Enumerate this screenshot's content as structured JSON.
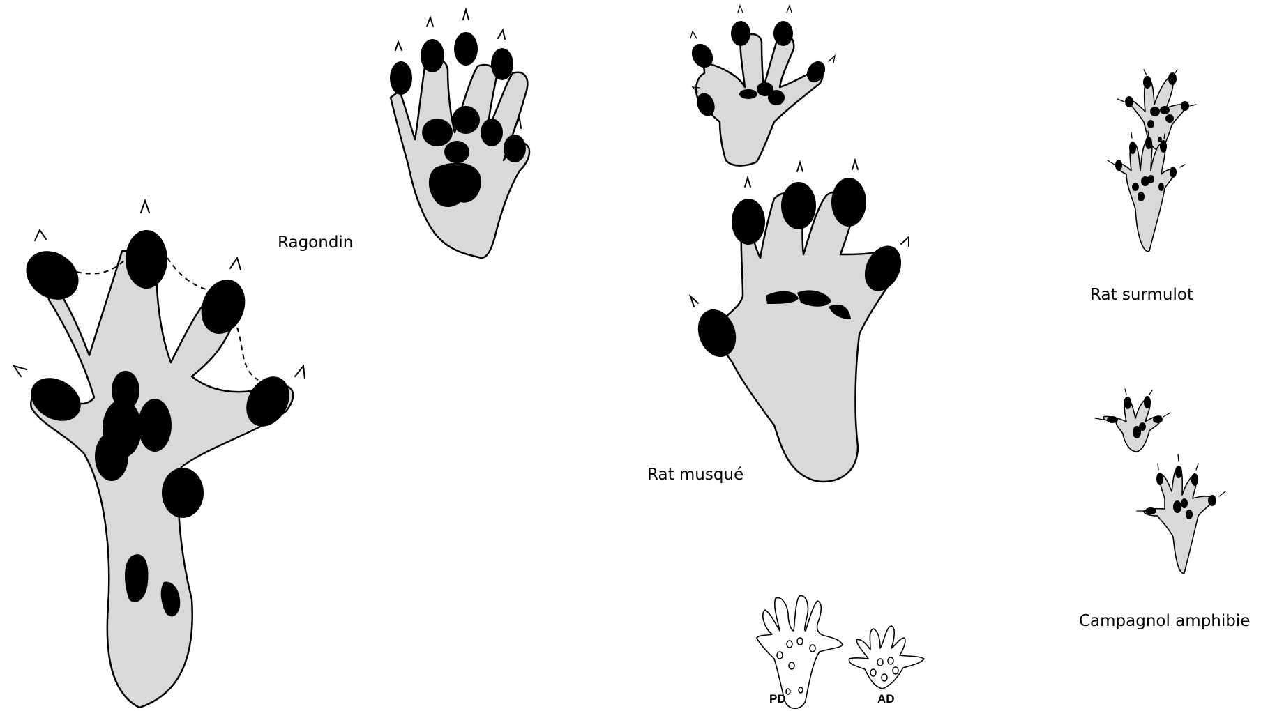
{
  "labels": {
    "ragondin": "Ragondin",
    "rat_musque": "Rat musqué",
    "rat_surmulot": "Rat surmulot",
    "campagnol_amphibie": "Campagnol amphibie",
    "pd": "PD",
    "ad": "AD"
  },
  "colors": {
    "sole": "#d9d9d9",
    "pad": "#000000",
    "background": "#ffffff"
  }
}
